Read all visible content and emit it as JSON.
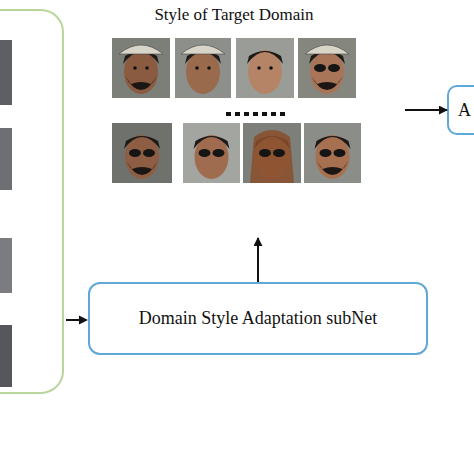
{
  "diagram": {
    "nodes": [
      {
        "text": [
          "Style of Target Domain"
        ]
      },
      {
        "text": [
          "Domain Style Adaptation subNet"
        ]
      },
      {
        "text": [
          "A"
        ]
      }
    ],
    "edges": [
      {
        "from": 1,
        "to": 0,
        "arrow": "to"
      },
      {
        "from": 0,
        "to": 2,
        "arrow": "to"
      }
    ]
  }
}
